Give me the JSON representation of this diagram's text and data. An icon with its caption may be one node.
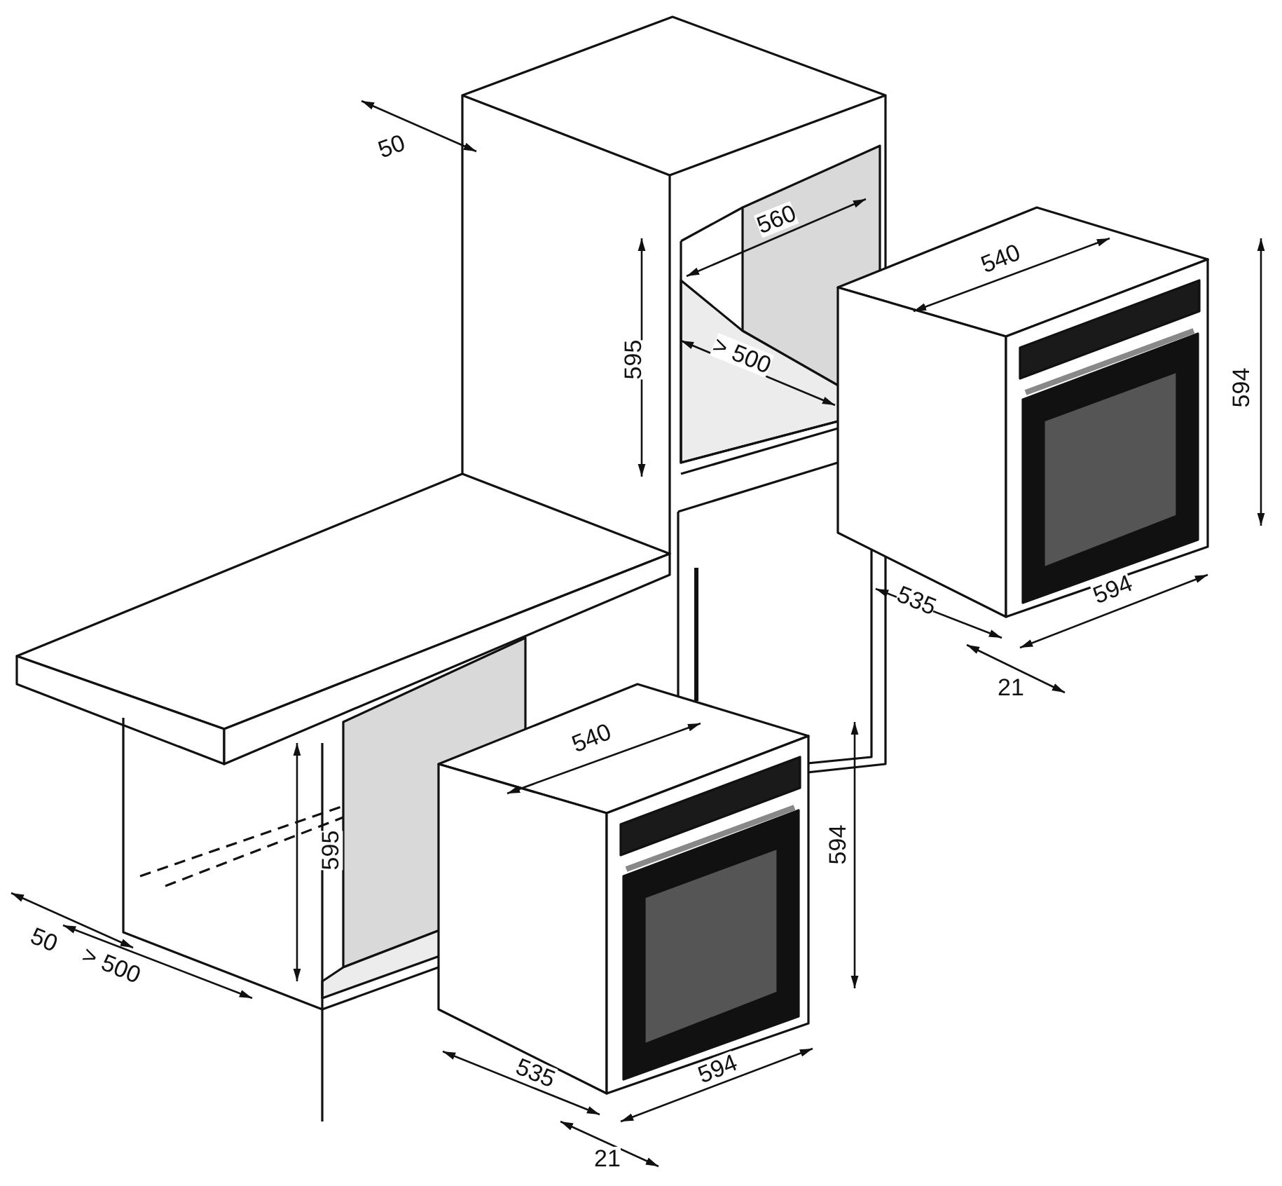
{
  "diagram": {
    "labels": [
      "50",
      "560",
      "595",
      "> 500",
      "540",
      "594",
      "535",
      "594",
      "21",
      "540",
      "595",
      "594",
      "50",
      "> 500",
      "535",
      "594",
      "21"
    ]
  }
}
